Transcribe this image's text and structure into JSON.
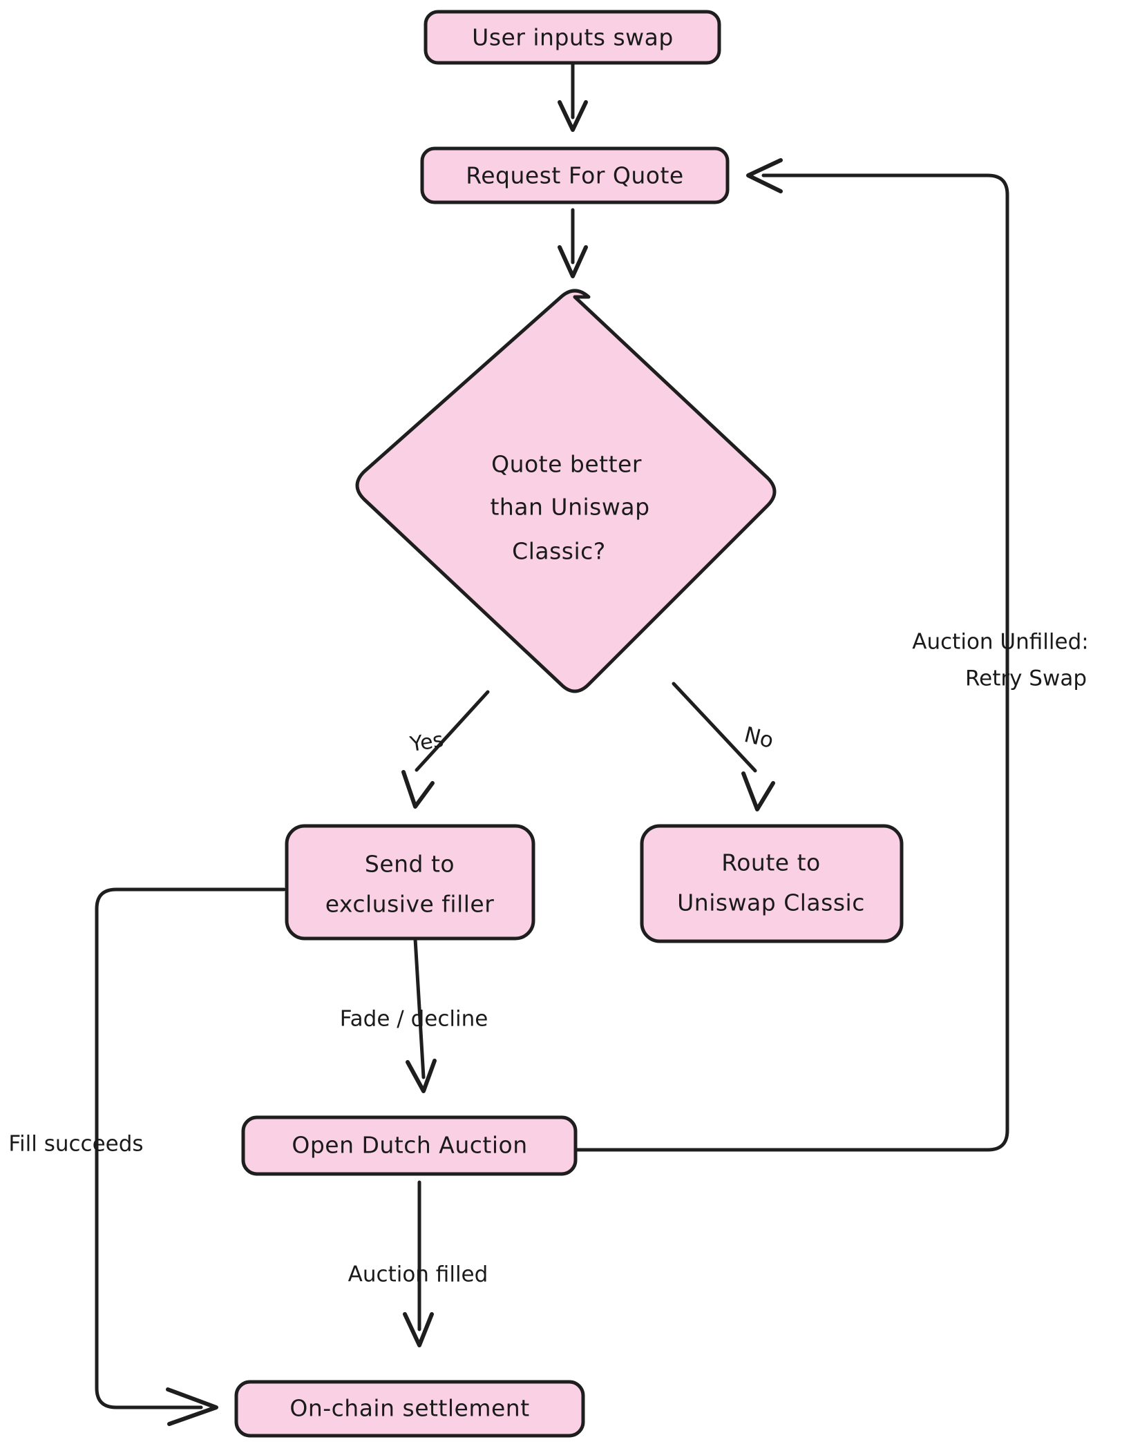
{
  "diagram": {
    "title": "Swap routing flowchart",
    "background_color": "#ffffff",
    "node_fill_color": "#fad0e4",
    "node_stroke_color": "#1e1e1e",
    "text_color": "#1a1a1a",
    "nodes": [
      {
        "id": "user-inputs-swap",
        "shape": "rounded-rect",
        "label": "User inputs swap"
      },
      {
        "id": "request-for-quote",
        "shape": "rounded-rect",
        "label": "Request For Quote"
      },
      {
        "id": "quote-better-decision",
        "shape": "diamond",
        "label_line1": "Quote better",
        "label_line2": "than Uniswap",
        "label_line3": "Classic?"
      },
      {
        "id": "send-to-exclusive-filler",
        "shape": "rounded-rect",
        "label_line1": "Send to",
        "label_line2": "exclusive filler"
      },
      {
        "id": "route-to-uniswap-classic",
        "shape": "rounded-rect",
        "label_line1": "Route to",
        "label_line2": "Uniswap Classic"
      },
      {
        "id": "open-dutch-auction",
        "shape": "rounded-rect",
        "label": "Open Dutch Auction"
      },
      {
        "id": "on-chain-settlement",
        "shape": "rounded-rect",
        "label": "On-chain settlement"
      }
    ],
    "edges": [
      {
        "id": "edge-user-to-rfq",
        "from": "user-inputs-swap",
        "to": "request-for-quote",
        "label": ""
      },
      {
        "id": "edge-rfq-to-decision",
        "from": "request-for-quote",
        "to": "quote-better-decision",
        "label": ""
      },
      {
        "id": "edge-decision-yes",
        "from": "quote-better-decision",
        "to": "send-to-exclusive-filler",
        "label": "Yes"
      },
      {
        "id": "edge-decision-no",
        "from": "quote-better-decision",
        "to": "route-to-uniswap-classic",
        "label": "No"
      },
      {
        "id": "edge-filler-to-auction",
        "from": "send-to-exclusive-filler",
        "to": "open-dutch-auction",
        "label": "Fade / decline"
      },
      {
        "id": "edge-auction-to-settlement",
        "from": "open-dutch-auction",
        "to": "on-chain-settlement",
        "label": "Auction filled"
      },
      {
        "id": "edge-auction-retry",
        "from": "open-dutch-auction",
        "to": "request-for-quote",
        "label_line1": "Auction Unfilled:",
        "label_line2": "Retry Swap"
      },
      {
        "id": "edge-filler-to-settlement",
        "from": "send-to-exclusive-filler",
        "to": "on-chain-settlement",
        "label": "Fill succeeds"
      }
    ]
  }
}
